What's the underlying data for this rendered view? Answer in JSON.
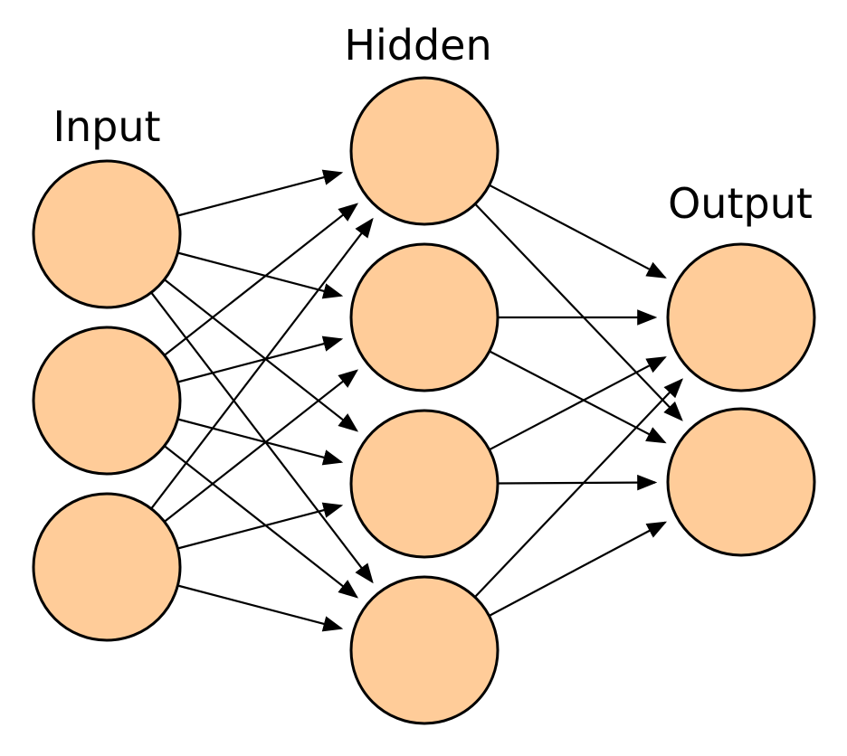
{
  "labels": {
    "input": "Input",
    "hidden": "Hidden",
    "output": "Output"
  },
  "colors": {
    "node_fill": "#FFCC99",
    "node_stroke": "#000000",
    "edge": "#000000",
    "background": "#FFFFFF"
  },
  "layers": {
    "input": {
      "node_count": 3
    },
    "hidden": {
      "node_count": 4
    },
    "output": {
      "node_count": 2
    }
  },
  "connections": [
    {
      "from_layer": "input",
      "to_layer": "hidden",
      "type": "fully-connected"
    },
    {
      "from_layer": "hidden",
      "to_layer": "output",
      "type": "fully-connected"
    }
  ]
}
